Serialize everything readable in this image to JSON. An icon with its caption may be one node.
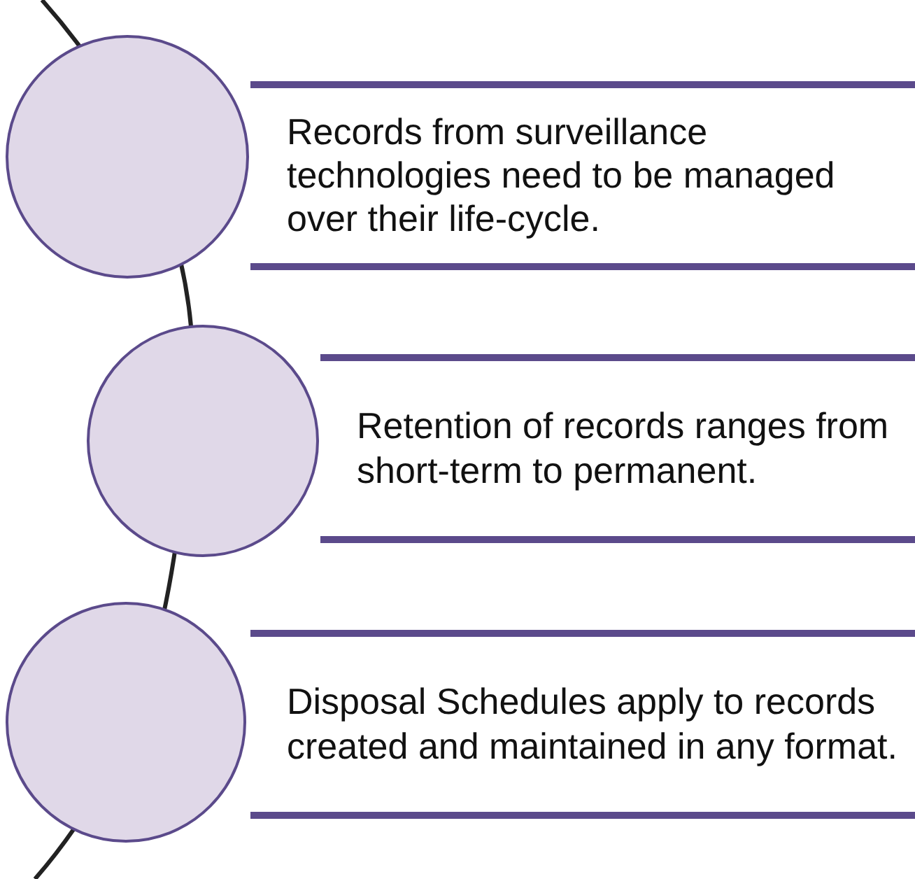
{
  "diagram": {
    "nodes": [
      {
        "text": [],
        "shape": "circle"
      },
      {
        "text": [
          "Records from surveillance technologies need to be managed over their life-cycle."
        ]
      },
      {
        "text": [],
        "shape": "circle"
      },
      {
        "text": [
          "Retention of records ranges from short-term to permanent."
        ]
      },
      {
        "text": [],
        "shape": "circle"
      },
      {
        "text": [
          "Disposal Schedules apply to records created and maintained in any format."
        ]
      }
    ]
  }
}
